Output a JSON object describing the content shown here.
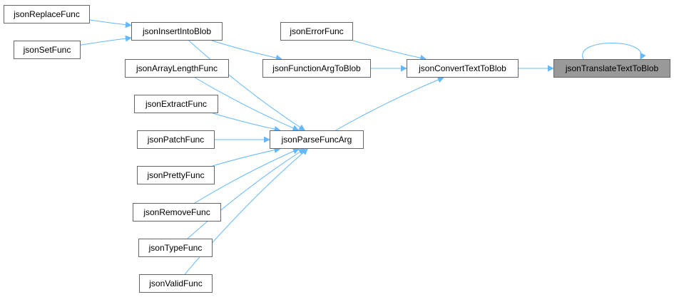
{
  "graph": {
    "edge_color": "#63b8ff",
    "focus_fill": "#999999",
    "nodes": {
      "jsonReplaceFunc": "jsonReplaceFunc",
      "jsonSetFunc": "jsonSetFunc",
      "jsonInsertIntoBlob": "jsonInsertIntoBlob",
      "jsonArrayLengthFunc": "jsonArrayLengthFunc",
      "jsonExtractFunc": "jsonExtractFunc",
      "jsonPatchFunc": "jsonPatchFunc",
      "jsonPrettyFunc": "jsonPrettyFunc",
      "jsonRemoveFunc": "jsonRemoveFunc",
      "jsonTypeFunc": "jsonTypeFunc",
      "jsonValidFunc": "jsonValidFunc",
      "jsonErrorFunc": "jsonErrorFunc",
      "jsonFunctionArgToBlob": "jsonFunctionArgToBlob",
      "jsonParseFuncArg": "jsonParseFuncArg",
      "jsonConvertTextToBlob": "jsonConvertTextToBlob",
      "jsonTranslateTextToBlob": "jsonTranslateTextToBlob"
    },
    "edges": [
      [
        "jsonReplaceFunc",
        "jsonInsertIntoBlob"
      ],
      [
        "jsonSetFunc",
        "jsonInsertIntoBlob"
      ],
      [
        "jsonInsertIntoBlob",
        "jsonFunctionArgToBlob"
      ],
      [
        "jsonInsertIntoBlob",
        "jsonParseFuncArg"
      ],
      [
        "jsonArrayLengthFunc",
        "jsonParseFuncArg"
      ],
      [
        "jsonExtractFunc",
        "jsonParseFuncArg"
      ],
      [
        "jsonPatchFunc",
        "jsonParseFuncArg"
      ],
      [
        "jsonPrettyFunc",
        "jsonParseFuncArg"
      ],
      [
        "jsonRemoveFunc",
        "jsonParseFuncArg"
      ],
      [
        "jsonTypeFunc",
        "jsonParseFuncArg"
      ],
      [
        "jsonValidFunc",
        "jsonParseFuncArg"
      ],
      [
        "jsonErrorFunc",
        "jsonConvertTextToBlob"
      ],
      [
        "jsonFunctionArgToBlob",
        "jsonConvertTextToBlob"
      ],
      [
        "jsonParseFuncArg",
        "jsonConvertTextToBlob"
      ],
      [
        "jsonConvertTextToBlob",
        "jsonTranslateTextToBlob"
      ],
      [
        "jsonTranslateTextToBlob",
        "jsonTranslateTextToBlob"
      ]
    ]
  }
}
